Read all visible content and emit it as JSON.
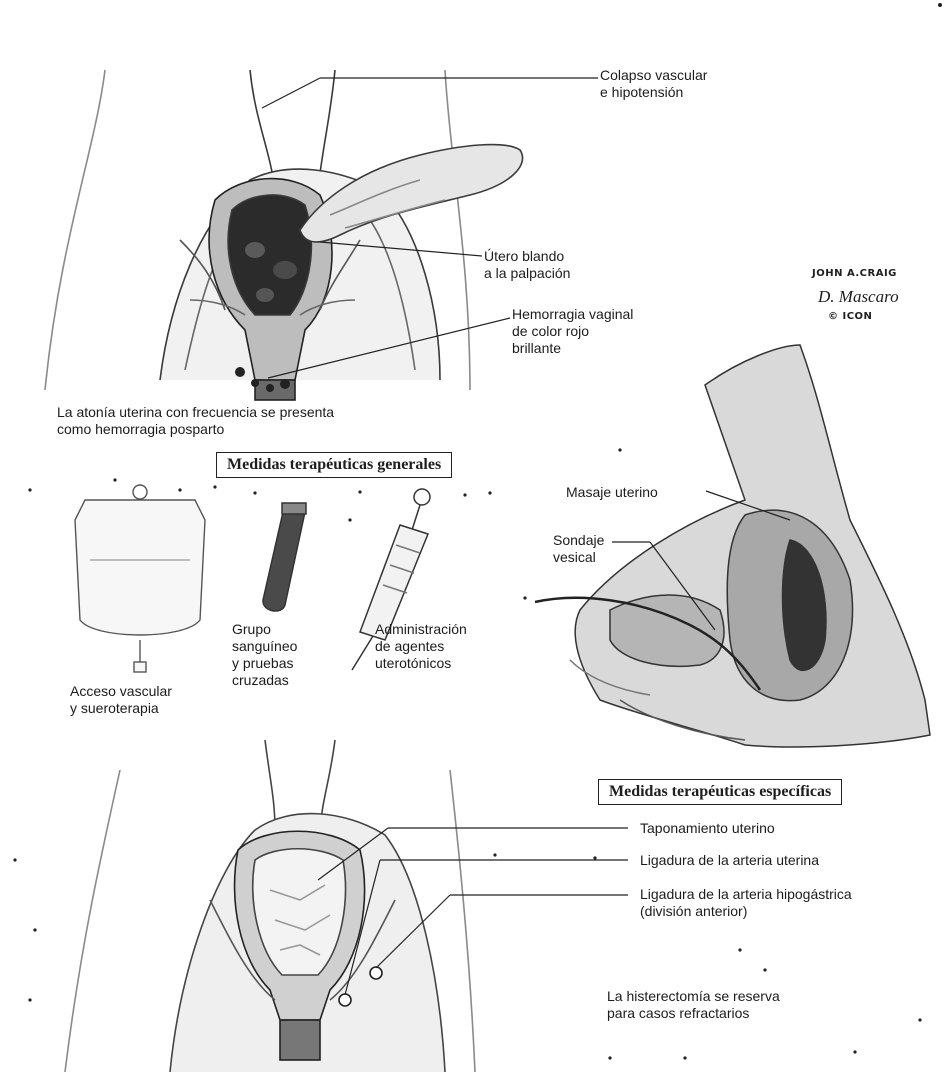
{
  "labels": {
    "colapso": "Colapso vascular\ne hipotensión",
    "utero_blando": "Útero blando\na la palpación",
    "hemorragia": "Hemorragia vaginal\nde color rojo\nbrillante",
    "atonia": "La atonía uterina con frecuencia se presenta\ncomo hemorragia posparto",
    "generales_title": "Medidas terapéuticas generales",
    "masaje": "Masaje uterino",
    "sondaje": "Sondaje\nvesical",
    "grupo": "Grupo\nsanguíneo\ny pruebas\ncruzadas",
    "administracion": "Administración\nde agentes\nuterotónicos",
    "acceso": "Acceso vascular\ny sueroterapia",
    "especificas_title": "Medidas terapéuticas específicas",
    "taponamiento": "Taponamiento uterino",
    "ligadura_uterina": "Ligadura de la arteria uterina",
    "ligadura_hipogastrica": "Ligadura de la arteria hipogástrica\n(división anterior)",
    "histerectomia": "La histerectomía se reserva\npara casos refractarios"
  },
  "signature": {
    "artist": "JOHN A.CRAIG",
    "artist2": "D. Mascaro",
    "mark": "© ICON"
  }
}
